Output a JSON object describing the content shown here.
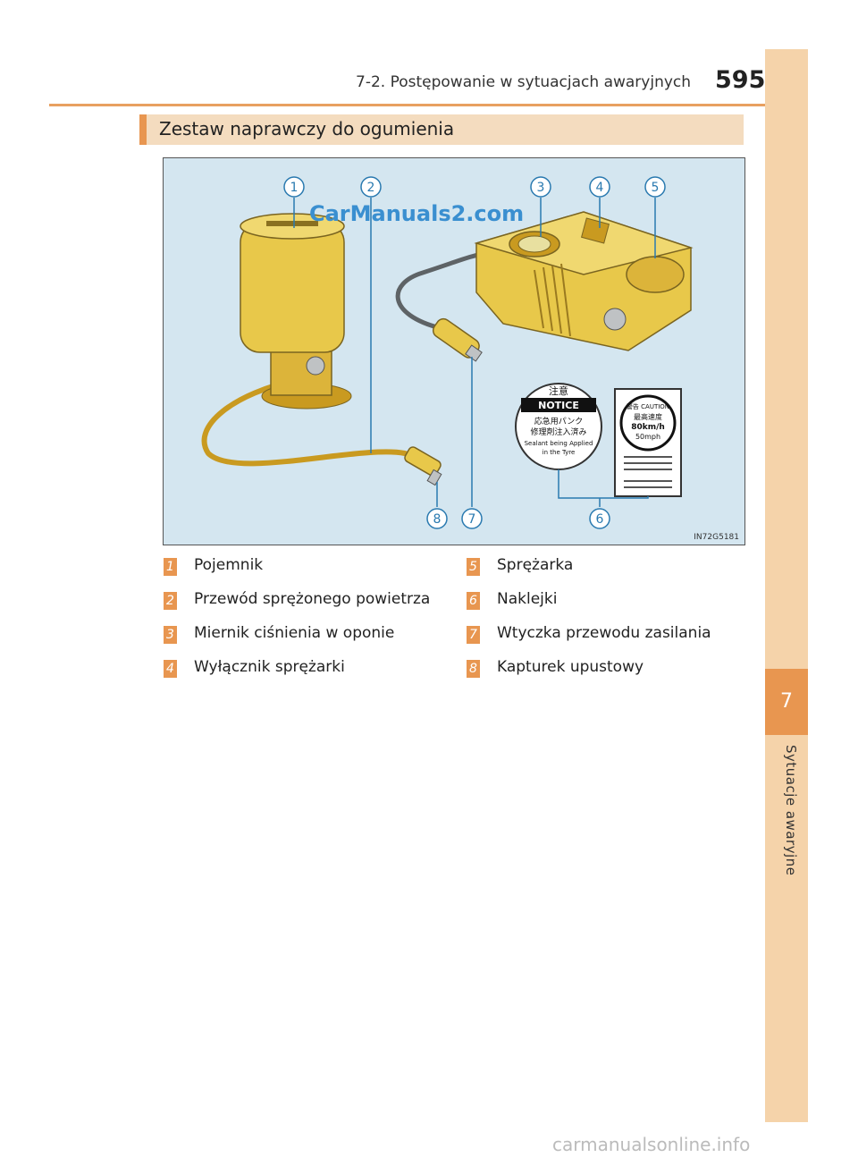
{
  "header": {
    "section": "7-2. Postępowanie w sytuacjach awaryjnych",
    "page_number": "595"
  },
  "side_tab": {
    "chapter_number": "7",
    "chapter_title": "Sytuacje awaryjne"
  },
  "title": "Zestaw naprawczy do ogumienia",
  "figure": {
    "watermark": "CarManuals2.com",
    "code": "IN72G5181",
    "callouts": [
      "1",
      "2",
      "3",
      "4",
      "5",
      "8",
      "7",
      "6"
    ],
    "sticker_left": {
      "top": "注意",
      "notice": "NOTICE",
      "jp1": "応急用パンク",
      "jp2": "修理剤注入済み",
      "en1": "Sealant being Applied",
      "en2": "in the Tyre"
    },
    "sticker_right": {
      "header": "警告 CAUTION",
      "speed1": "最高速度",
      "speed2": "80km/h",
      "speed3": "50mph"
    }
  },
  "legend": [
    {
      "num": "1",
      "label": "Pojemnik"
    },
    {
      "num": "2",
      "label": "Przewód sprężonego powietrza"
    },
    {
      "num": "3",
      "label": "Miernik ciśnienia w oponie"
    },
    {
      "num": "4",
      "label": "Wyłącznik sprężarki"
    },
    {
      "num": "5",
      "label": "Sprężarka"
    },
    {
      "num": "6",
      "label": "Naklejki"
    },
    {
      "num": "7",
      "label": "Wtyczka przewodu zasilania"
    },
    {
      "num": "8",
      "label": "Kapturek upustowy"
    }
  ],
  "footer_watermark": "carmanualsonline.info",
  "colors": {
    "accent": "#e89650",
    "tab": "#f5d3aa",
    "title_bar": "#f4dcbf",
    "figure_bg": "#d4e6f0",
    "kit_yellow": "#e8c84a"
  }
}
